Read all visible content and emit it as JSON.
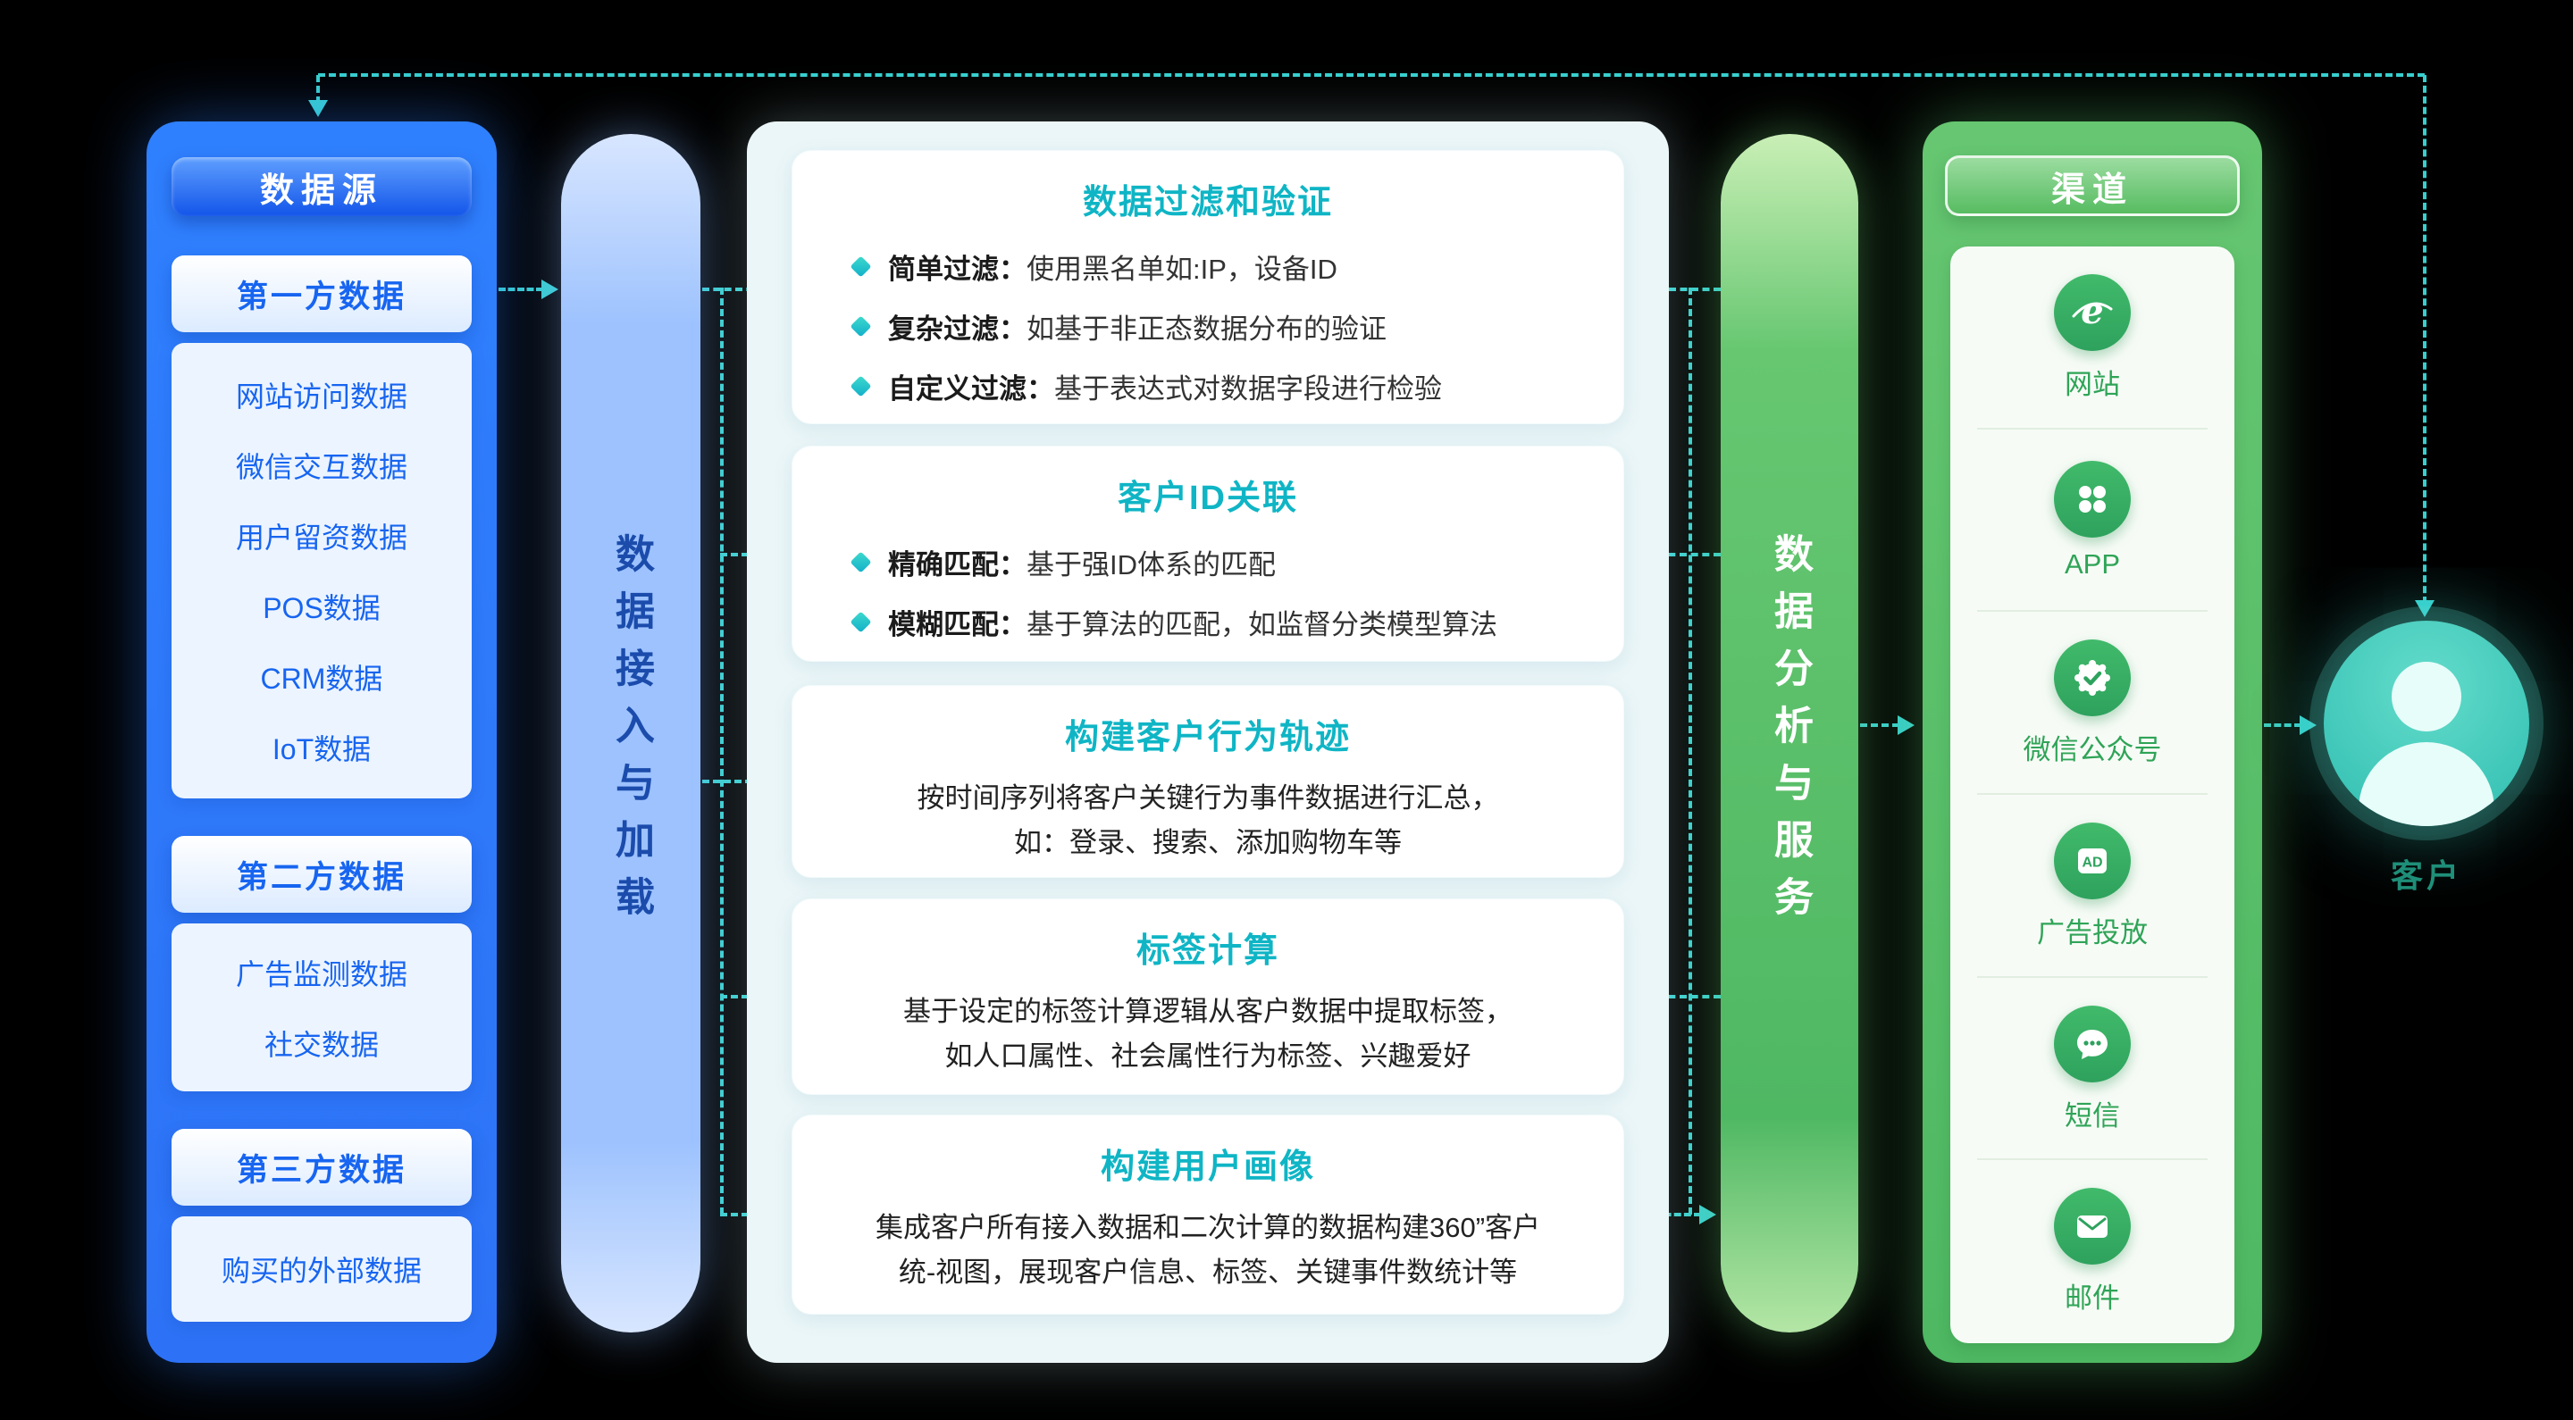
{
  "colors": {
    "background": "#000000",
    "blue_panel": "#2E7BFE",
    "blue_text": "#1765F0",
    "ingest_bar_blue": "#9DC2FE",
    "connector_teal": "#38CFCF",
    "card_title_teal": "#0FB5C5",
    "green_panel": "#57BC61",
    "channel_green": "#2FA457",
    "avatar_teal": "#3CC7B9"
  },
  "data_sources": {
    "title": "数据源",
    "groups": [
      {
        "title": "第一方数据",
        "items": [
          "网站访问数据",
          "微信交互数据",
          "用户留资数据",
          "POS数据",
          "CRM数据",
          "IoT数据"
        ]
      },
      {
        "title": "第二方数据",
        "items": [
          "广告监测数据",
          "社交数据"
        ]
      },
      {
        "title": "第三方数据",
        "items": [
          "购买的外部数据"
        ]
      }
    ]
  },
  "ingest_bar": {
    "label": "数据接入与加载"
  },
  "processing": {
    "cards": [
      {
        "title": "数据过滤和验证",
        "bullets": [
          {
            "label": "简单过滤：",
            "text": "使用黑名单如:IP，设备ID"
          },
          {
            "label": "复杂过滤：",
            "text": "如基于非正态数据分布的验证"
          },
          {
            "label": "自定义过滤：",
            "text": "基于表达式对数据字段进行检验"
          }
        ]
      },
      {
        "title": "客户ID关联",
        "bullets": [
          {
            "label": "精确匹配：",
            "text": "基于强ID体系的匹配"
          },
          {
            "label": "模糊匹配：",
            "text": "基于算法的匹配，如监督分类模型算法"
          }
        ]
      },
      {
        "title": "构建客户行为轨迹",
        "lines": [
          "按时间序列将客户关键行为事件数据进行汇总，",
          "如：登录、搜索、添加购物车等"
        ]
      },
      {
        "title": "标签计算",
        "lines": [
          "基于设定的标签计算逻辑从客户数据中提取标签，",
          "如人口属性、社会属性行为标签、兴趣爱好"
        ]
      },
      {
        "title": "构建用户画像",
        "lines": [
          "集成客户所有接入数据和二次计算的数据构建360”客户",
          "统-视图，展现客户信息、标签、关键事件数统计等"
        ]
      }
    ]
  },
  "analysis_bar": {
    "label": "数据分析与服务"
  },
  "channels": {
    "title": "渠道",
    "items": [
      {
        "icon": "browser-icon",
        "label": "网站"
      },
      {
        "icon": "app-icon",
        "label": "APP"
      },
      {
        "icon": "wechat-official-icon",
        "label": "微信公众号"
      },
      {
        "icon": "ad-icon",
        "label": "广告投放"
      },
      {
        "icon": "sms-icon",
        "label": "短信"
      },
      {
        "icon": "email-icon",
        "label": "邮件"
      }
    ]
  },
  "customer": {
    "label": "客户"
  }
}
